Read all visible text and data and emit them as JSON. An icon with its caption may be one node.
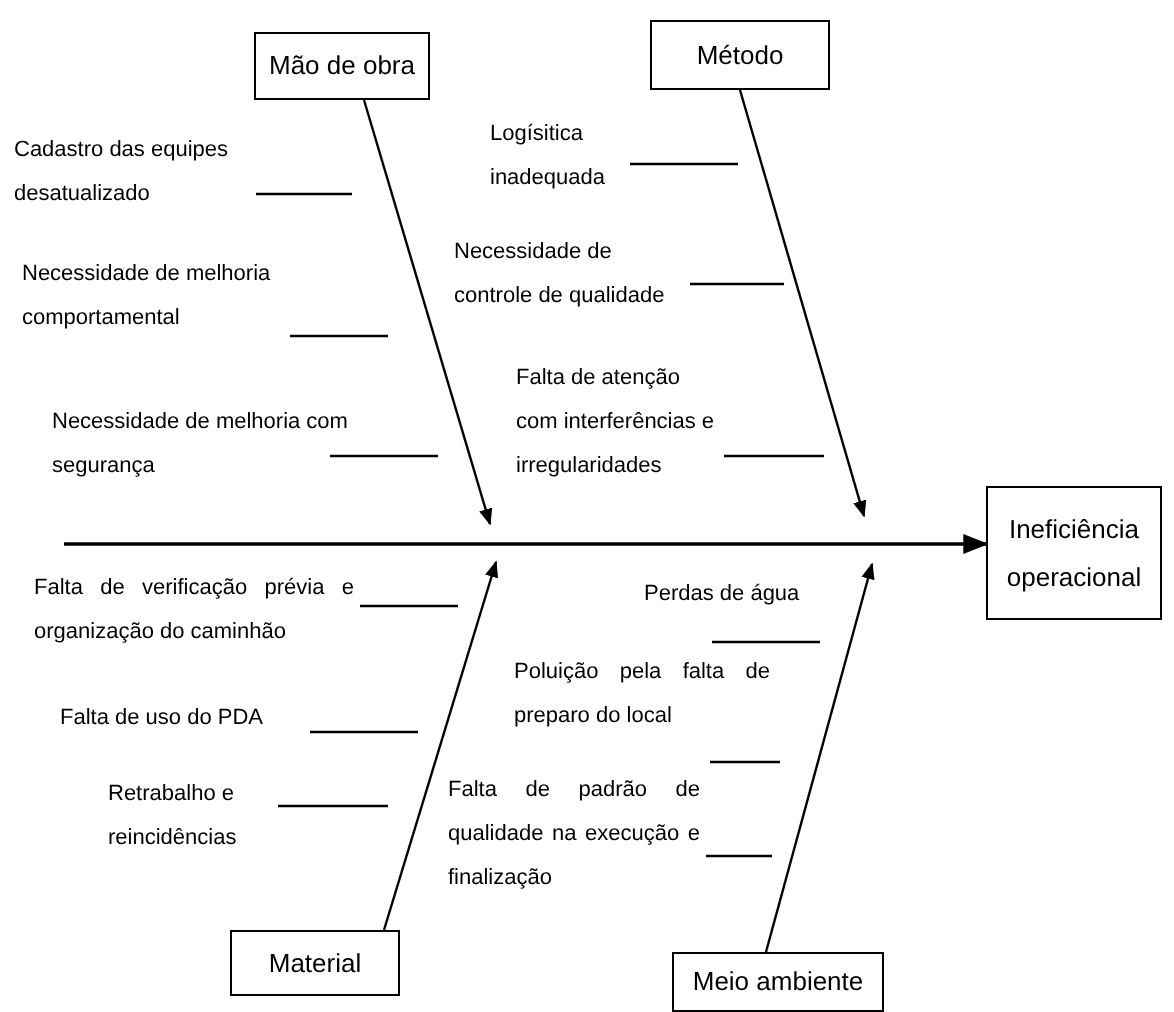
{
  "diagram": {
    "nodes": [
      {
        "text": [
          "Mão de obra"
        ]
      },
      {
        "text": [
          "Método"
        ]
      },
      {
        "text": [
          "Ineficiência operacional"
        ]
      },
      {
        "text": [
          "Material"
        ]
      },
      {
        "text": [
          "Meio ambiente"
        ]
      }
    ],
    "edges": [
      {
        "from": 0,
        "to": null,
        "arrow": "to"
      },
      {
        "from": 1,
        "to": null,
        "arrow": "to"
      },
      {
        "from": null,
        "to": 2,
        "arrow": "to"
      },
      {
        "from": 3,
        "to": null,
        "arrow": "to"
      },
      {
        "from": 4,
        "to": null,
        "arrow": "to"
      }
    ],
    "labels": [
      "Cadastro das equipes desatualizado",
      "Logísitica inadequada",
      "Necessidade de controle de qualidade",
      "Necessidade de melhoria comportamental",
      "Falta de atenção com interferências e irregularidades",
      "Necessidade de melhoria com segurança",
      "Falta de verificação prévia e organização do caminhão",
      "Perdas de água",
      "Poluição pela falta de preparo do local",
      "Falta de uso do PDA",
      "Retrabalho e reincidências",
      "Falta de padrão de qualidade na execução e finalização"
    ]
  }
}
